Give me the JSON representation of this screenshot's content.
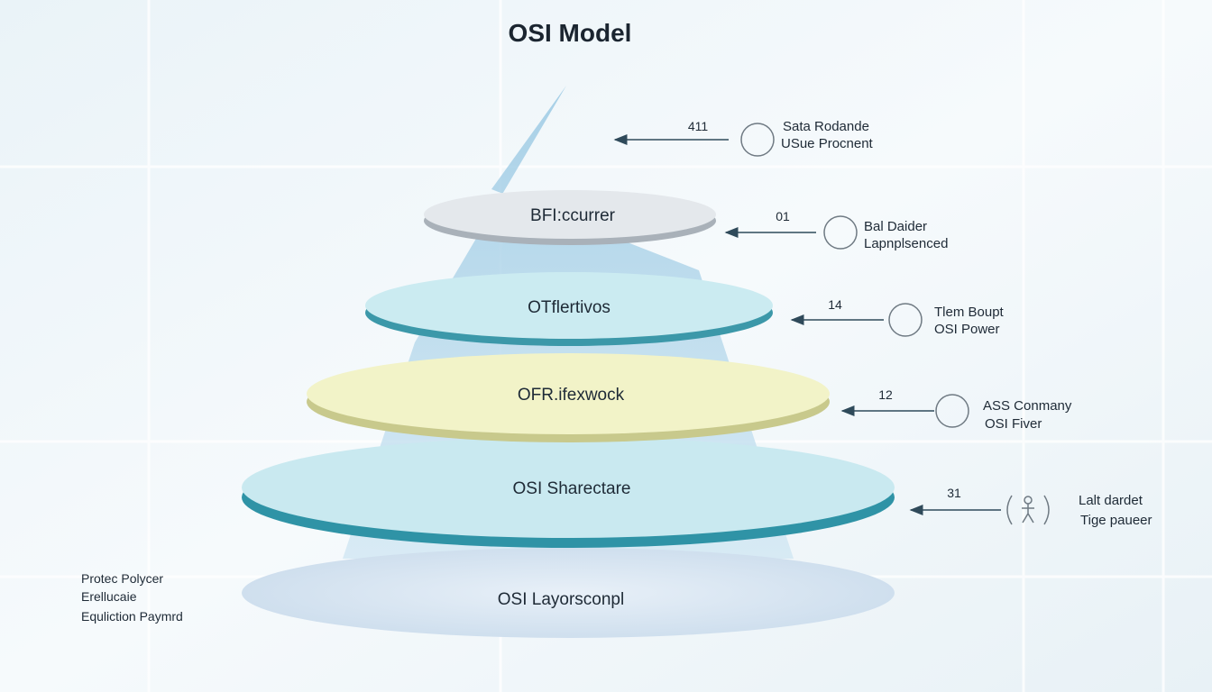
{
  "title": "OSI Model",
  "layers": [
    {
      "label": "BFI:ccurrer",
      "color": "#e4e8ec",
      "rim": "#a9b1b9"
    },
    {
      "label": "OTflertivos",
      "color": "#cbebf1",
      "rim": "#3c98a9"
    },
    {
      "label": "OFR.ifexwock",
      "color": "#f2f3c8",
      "rim": "#c8c98c"
    },
    {
      "label": "OSI Sharectare",
      "color": "#c9e9f0",
      "rim": "#2f93a6"
    },
    {
      "label": "OSI Layorsconpl",
      "color": "#dfeaf3",
      "rim": "#dfeaf3"
    }
  ],
  "callouts": [
    {
      "number": "411",
      "line1": "Sata Rodande",
      "line2": "USue Procnent",
      "icon": "circle-icon"
    },
    {
      "number": "01",
      "line1": "Bal Daider",
      "line2": "Lapnplsenced",
      "icon": "circle-icon"
    },
    {
      "number": "14",
      "line1": "Tlem Boupt",
      "line2": "OSI Power",
      "icon": "circle-icon"
    },
    {
      "number": "12",
      "line1": "ASS Conmany",
      "line2": "OSI Fiver",
      "icon": "circle-icon"
    },
    {
      "number": "31",
      "line1": "Lalt dardet",
      "line2": "Tige paueer",
      "icon": "person-icon"
    }
  ],
  "side_note": [
    "Protec Polycer",
    "Erellucaie",
    "Equliction Paymrd"
  ],
  "colors": {
    "arrow": "#2f4a5a",
    "cone": "#9fcde6",
    "icon_stroke": "#6f7a83"
  }
}
